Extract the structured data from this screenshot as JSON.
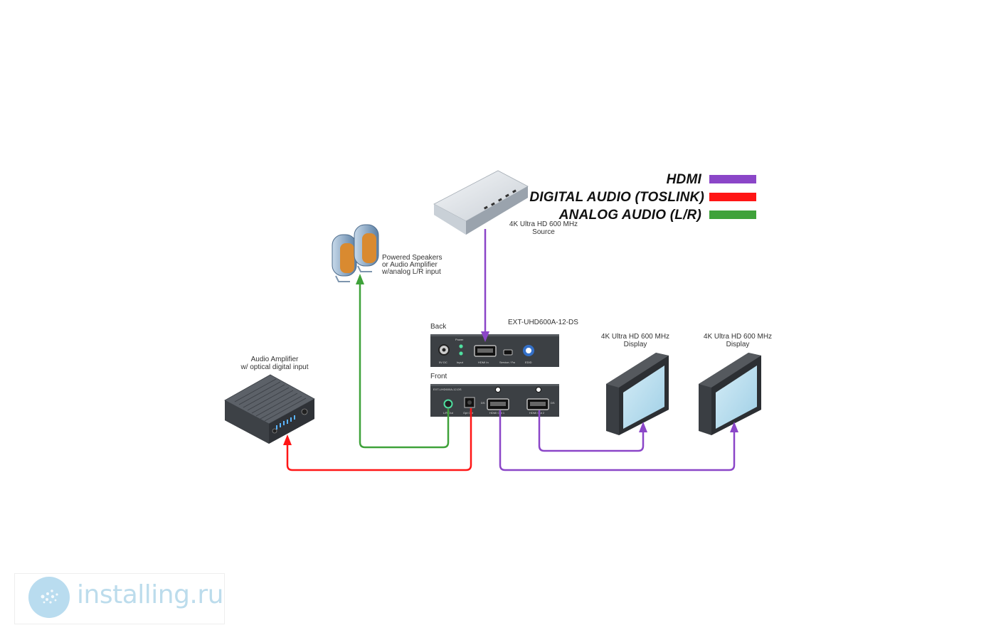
{
  "legend": {
    "hdmi": {
      "label": "HDMI",
      "color": "#8b46c8"
    },
    "digital_audio": {
      "label": "DIGITAL AUDIO (TOSLINK)",
      "color": "#ff1515"
    },
    "analog_audio": {
      "label": "ANALOG AUDIO (L/R)",
      "color": "#3fa23a"
    }
  },
  "source": {
    "line1": "4K Ultra  HD 600 MHz",
    "line2": "Source"
  },
  "speakers": {
    "line1": "Powered Speakers",
    "line2": "or Audio Amplifier",
    "line3": "w/analog L/R input"
  },
  "extender": {
    "model": "EXT-UHD600A-12-DS",
    "back_label": "Back",
    "front_label": "Front"
  },
  "back_ports": {
    "p1": "5V DC",
    "p2": "Input",
    "p3": "Power",
    "p4": "HDMI In",
    "p5": "Service / Fw",
    "p6": "EDID"
  },
  "front_ports": {
    "model": "EXT-UHD600A-12-DS",
    "p1": "L/R Out",
    "p2": "Opt Out",
    "p3": "HDMI Out 1",
    "p4": "HDMI Out 2",
    "ds1": "DS",
    "ds2": "DS"
  },
  "amplifier": {
    "line1": "Audio Amplifier",
    "line2": "w/ optical digital input"
  },
  "display1": {
    "line1": "4K Ultra HD 600 MHz",
    "line2": "Display"
  },
  "display2": {
    "line1": "4K Ultra HD  600 MHz",
    "line2": "Display"
  },
  "watermark": {
    "text": "installing.ru"
  }
}
